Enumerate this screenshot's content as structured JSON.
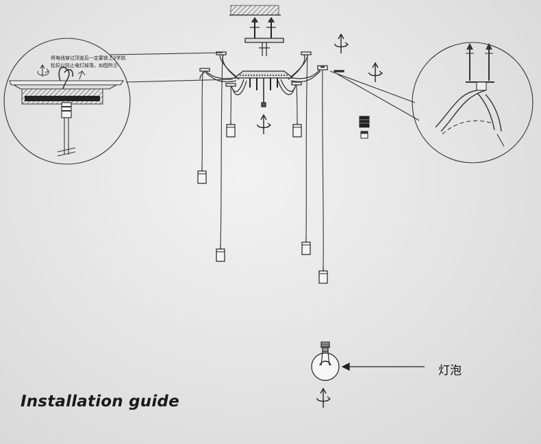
{
  "caption": "Installation guide",
  "bulb_label": "灯泡",
  "wiring_note": "将电线穿过顶盖后一定要锁上3字防松扣以防止电灯掉落，如图所示",
  "colors": {
    "background": "#e3e3e3",
    "line": "#333333",
    "text": "#1a1a1a"
  },
  "icons": [
    "rotation-arrow-icon",
    "rotation-arrow-icon",
    "rotation-arrow-icon",
    "rotation-arrow-icon"
  ]
}
